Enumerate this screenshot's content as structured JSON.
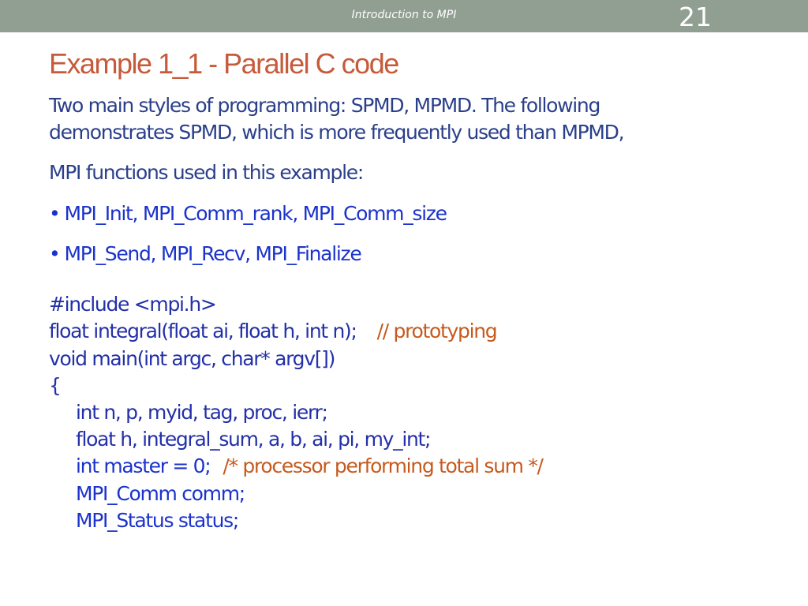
{
  "header": {
    "title": "Introduction to MPI",
    "page_number": "21"
  },
  "slide": {
    "title": "Example 1_1 - Parallel C code",
    "intro_line1": "Two main styles of programming: SPMD, MPMD. The following",
    "intro_line2": "demonstrates SPMD, which is more frequently used than MPMD,",
    "functions_heading": "MPI functions used in this example:",
    "bullets": [
      "MPI_Init, MPI_Comm_rank, MPI_Comm_size",
      "MPI_Send, MPI_Recv, MPI_Finalize"
    ],
    "bullet_marker": "•"
  },
  "code": {
    "line1": "#include <mpi.h>",
    "line2_code": "float integral(float ai, float h, int n);",
    "line2_comment": "// prototyping",
    "line3": "void main(int argc, char* argv[])",
    "line4": "{",
    "line5": "int n, p, myid, tag, proc, ierr;",
    "line6": "float h, integral_sum, a, b, ai, pi, my_int;",
    "line7_code": "int master = 0;",
    "line7_comment": "/* processor performing total sum */",
    "line8": "MPI_Comm comm;",
    "line9": "MPI_Status status;"
  },
  "colors": {
    "header_bar": "#919e92",
    "title": "#c65a3a",
    "body_text": "#2a3f8a",
    "function_text": "#1b33cc",
    "comment_text": "#c65a1e"
  }
}
